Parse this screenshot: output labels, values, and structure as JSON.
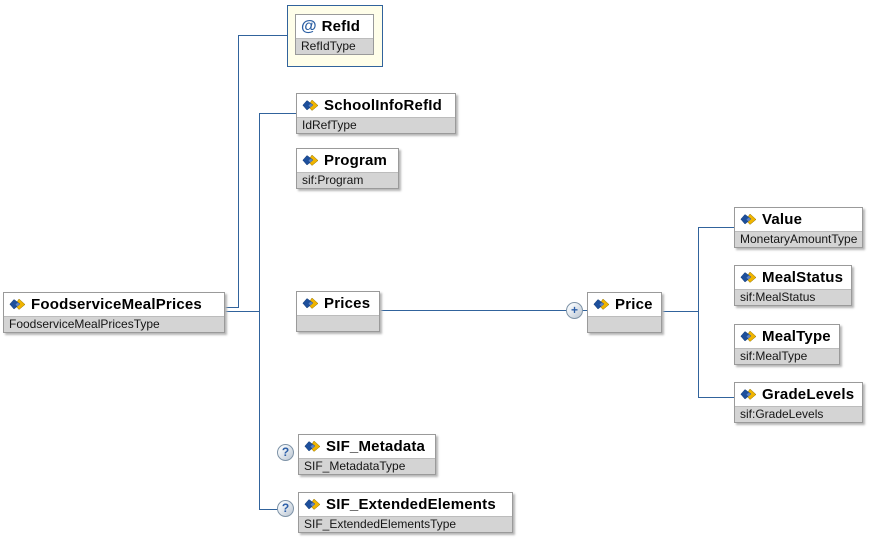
{
  "diagram": {
    "accent_color": "#31639c",
    "box_border_color": "#9a9a9a",
    "type_row_color": "#d4d4d4",
    "attribute_container_color": "#fffee9"
  },
  "indicators": {
    "optional_symbol": "?",
    "repeat_symbol": "+"
  },
  "nodes": {
    "root": {
      "label": "FoodserviceMealPrices",
      "type": "FoodserviceMealPricesType"
    },
    "refId": {
      "label": "RefId",
      "type": "RefIdType",
      "attribute_marker": "@"
    },
    "schoolInfoRefId": {
      "label": "SchoolInfoRefId",
      "type": "IdRefType"
    },
    "program": {
      "label": "Program",
      "type": "sif:Program"
    },
    "prices": {
      "label": "Prices",
      "type": ""
    },
    "price": {
      "label": "Price",
      "type": "",
      "occurrence": "+"
    },
    "value": {
      "label": "Value",
      "type": "MonetaryAmountType"
    },
    "mealStatus": {
      "label": "MealStatus",
      "type": "sif:MealStatus"
    },
    "mealType": {
      "label": "MealType",
      "type": "sif:MealType"
    },
    "gradeLevels": {
      "label": "GradeLevels",
      "type": "sif:GradeLevels"
    },
    "sifMetadata": {
      "label": "SIF_Metadata",
      "type": "SIF_MetadataType",
      "occurrence": "?"
    },
    "sifExtendedElements": {
      "label": "SIF_ExtendedElements",
      "type": "SIF_ExtendedElementsType",
      "occurrence": "?"
    }
  }
}
